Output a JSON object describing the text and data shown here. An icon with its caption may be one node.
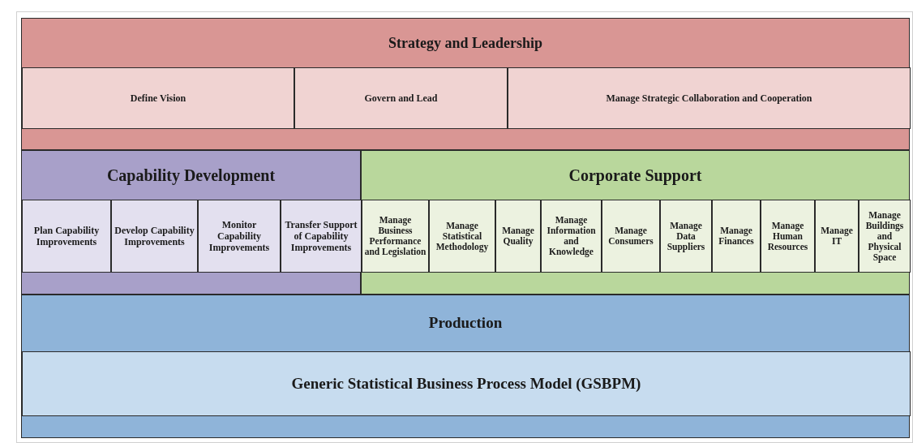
{
  "diagram": {
    "nodes": [
      {
        "text": [
          "Strategy and Leadership"
        ]
      },
      {
        "text": [
          "Define Vision"
        ],
        "in": 0
      },
      {
        "text": [
          "Govern and Lead"
        ],
        "in": 0
      },
      {
        "text": [
          "Manage Strategic Collaboration and Cooperation"
        ],
        "in": 0
      },
      {
        "text": [
          "Capability Development"
        ]
      },
      {
        "text": [
          "Plan Capability Improvements"
        ],
        "in": 4
      },
      {
        "text": [
          "Develop Capability Improvements"
        ],
        "in": 4
      },
      {
        "text": [
          "Monitor Capability Improvements"
        ],
        "in": 4
      },
      {
        "text": [
          "Transfer Support of Capability Improvements"
        ],
        "in": 4
      },
      {
        "text": [
          "Corporate Support"
        ]
      },
      {
        "text": [
          "Manage Business Performance and Legislation"
        ],
        "in": 9
      },
      {
        "text": [
          "Manage Statistical Methodology"
        ],
        "in": 9
      },
      {
        "text": [
          "Manage Quality"
        ],
        "in": 9
      },
      {
        "text": [
          "Manage Information and Knowledge"
        ],
        "in": 9
      },
      {
        "text": [
          "Manage Consumers"
        ],
        "in": 9
      },
      {
        "text": [
          "Manage Data Suppliers"
        ],
        "in": 9
      },
      {
        "text": [
          "Manage Finances"
        ],
        "in": 9
      },
      {
        "text": [
          "Manage Human Resources"
        ],
        "in": 9
      },
      {
        "text": [
          "Manage IT"
        ],
        "in": 9
      },
      {
        "text": [
          "Manage Buildings and Physical Space"
        ],
        "in": 9
      },
      {
        "text": [
          "Production"
        ]
      },
      {
        "text": [
          "Generic Statistical Business Process Model (GSBPM)"
        ],
        "in": 20
      }
    ]
  }
}
